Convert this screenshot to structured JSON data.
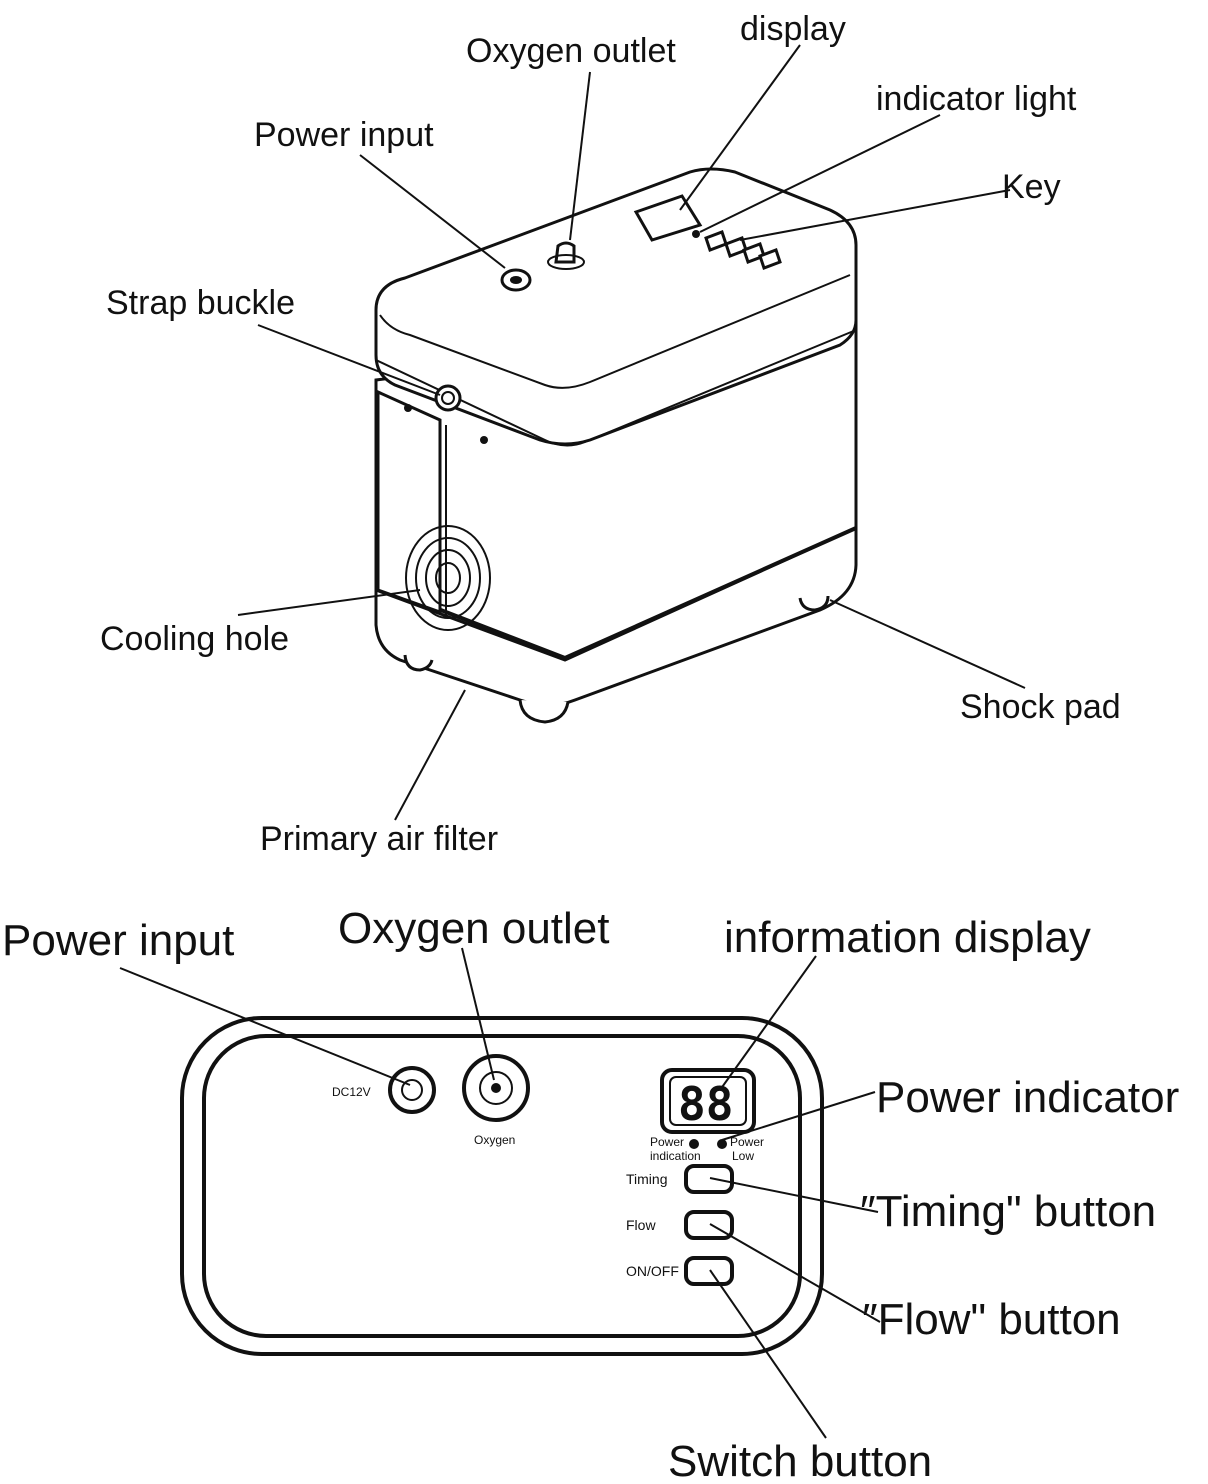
{
  "top_diagram": {
    "labels": {
      "display": "display",
      "oxygen_outlet": "Oxygen outlet",
      "indicator_light": "indicator light",
      "power_input": "Power input",
      "key": "Key",
      "strap_buckle": "Strap buckle",
      "cooling_hole": "Cooling hole",
      "shock_pad": "Shock pad",
      "primary_air_filter": "Primary air filter"
    }
  },
  "bottom_diagram": {
    "labels": {
      "power_input": "Power input",
      "oxygen_outlet": "Oxygen outlet",
      "information_display": "information display",
      "power_indicator": "Power indicator",
      "timing_button": "″Timing\" button",
      "flow_button": "″Flow\" button",
      "switch_button": "Switch button"
    },
    "panel_text": {
      "dc12v": "DC12V",
      "oxygen": "Oxygen",
      "display_digits": "88",
      "power_indication_1": "Power",
      "power_indication_2": "indication",
      "power_low_1": "Power",
      "power_low_2": "Low",
      "timing": "Timing",
      "flow": "Flow",
      "on_off": "ON/OFF"
    }
  }
}
